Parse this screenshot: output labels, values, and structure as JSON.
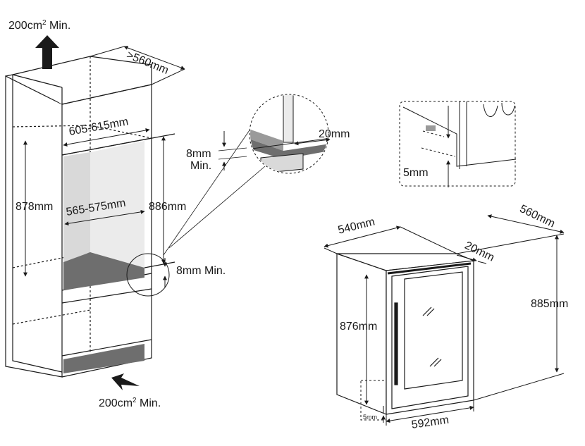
{
  "cabinet": {
    "airflow_top": "200cm",
    "airflow_top_unit_sup": "2",
    "airflow_top_suffix": " Min.",
    "airflow_bottom": "200cm",
    "airflow_bottom_unit_sup": "2",
    "airflow_bottom_suffix": " Min.",
    "depth": ">560mm",
    "outer_width": "605-615mm",
    "inner_width": "565-575mm",
    "niche_height_left": "878mm",
    "niche_height_right": "886mm",
    "gap_bottom": "8mm  Min."
  },
  "detail_zoom": {
    "gap_vertical_line1": "8mm",
    "gap_vertical_line2": "Min.",
    "side_gap": "20mm"
  },
  "foot_detail": {
    "gap": "5mm"
  },
  "appliance": {
    "width": "540mm",
    "depth": "560mm",
    "door_offset": "20mm",
    "total_height": "885mm",
    "body_height": "876mm",
    "door_width": "592mm",
    "foot_gap": "5mm"
  },
  "colors": {
    "line": "#1a1a1a",
    "shade_dark": "#6e6e6e",
    "shade_light": "#d9d9d9"
  }
}
